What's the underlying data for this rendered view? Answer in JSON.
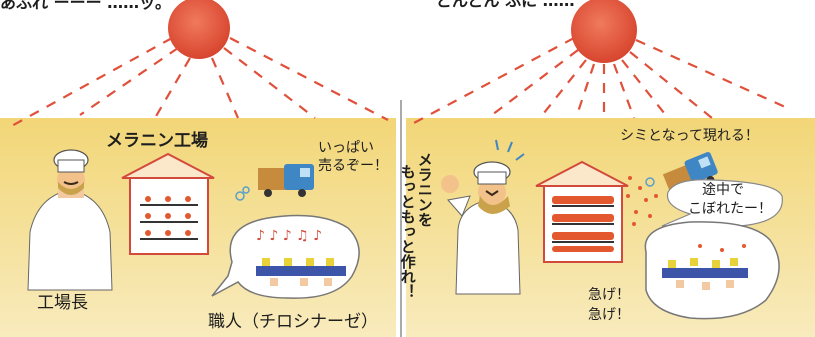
{
  "colors": {
    "sun": "#e2523f",
    "ray": "#e0503a",
    "wall": "#f4dc86",
    "melanin_dot": "#e3582f",
    "truck": "#3f86c4",
    "conveyor": "#3d55a8",
    "text": "#1e1e1e"
  },
  "left_panel": {
    "top_caption": "あふれ ーーー ……ッ。",
    "factory_title": "メラニン工場",
    "manager_label": "工場長",
    "truck_speech": [
      "いっぱい",
      "売るぞー！"
    ],
    "worker_label": "職人（チロシナーゼ）",
    "music_notes": "♪ ♪ ♪ ♫ ♪"
  },
  "right_panel": {
    "top_caption": "どんどん ふに ……",
    "shout_col1": "メラニンを",
    "shout_col2": "もっともっと作れ！",
    "spot_caption": "シミとなって現れる！",
    "spill_caption": [
      "途中で",
      "こぼれたー！"
    ],
    "hurry_caption": [
      "急げ！",
      "急げ！"
    ]
  }
}
